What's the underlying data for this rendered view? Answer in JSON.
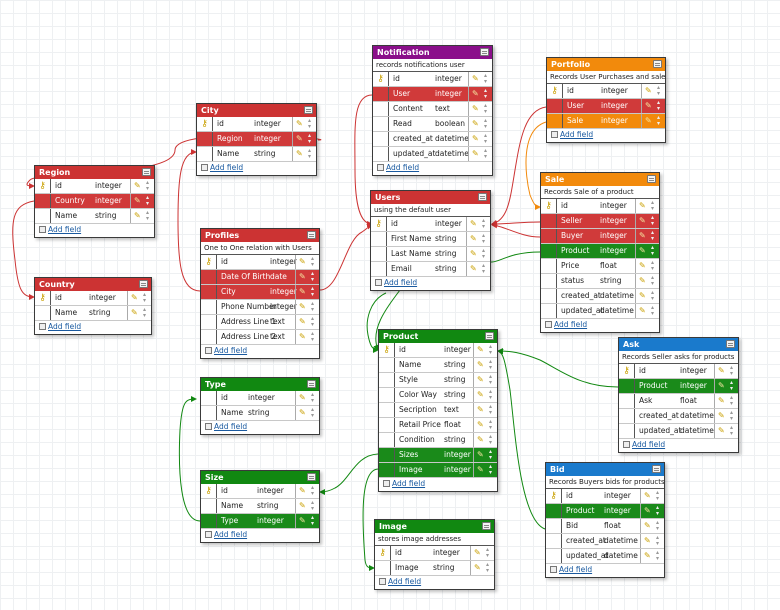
{
  "tables": {
    "notification": {
      "title": "Notification",
      "description": "records notifications user",
      "fields": [
        {
          "name": "id",
          "type": "integer",
          "key": true
        },
        {
          "name": "User",
          "type": "integer",
          "rel": "red"
        },
        {
          "name": "Content",
          "type": "text"
        },
        {
          "name": "Read",
          "type": "boolean"
        },
        {
          "name": "created_at",
          "type": "datetime"
        },
        {
          "name": "updated_at",
          "type": "datetime"
        }
      ],
      "add_field": "Add field"
    },
    "portfolio": {
      "title": "Portfolio",
      "description": "Records User Purchases and sales",
      "fields": [
        {
          "name": "id",
          "type": "integer",
          "key": true
        },
        {
          "name": "User",
          "type": "integer",
          "rel": "red"
        },
        {
          "name": "Sale",
          "type": "integer",
          "rel": "orange"
        }
      ],
      "add_field": "Add field"
    },
    "city": {
      "title": "City",
      "fields": [
        {
          "name": "id",
          "type": "integer",
          "key": true
        },
        {
          "name": "Region",
          "type": "integer",
          "rel": "red"
        },
        {
          "name": "Name",
          "type": "string"
        }
      ],
      "add_field": "Add field"
    },
    "region": {
      "title": "Region",
      "fields": [
        {
          "name": "id",
          "type": "integer",
          "key": true
        },
        {
          "name": "Country",
          "type": "integer",
          "rel": "red"
        },
        {
          "name": "Name",
          "type": "string"
        }
      ],
      "add_field": "Add field"
    },
    "country": {
      "title": "Country",
      "fields": [
        {
          "name": "id",
          "type": "integer",
          "key": true
        },
        {
          "name": "Name",
          "type": "string"
        }
      ],
      "add_field": "Add field"
    },
    "profiles": {
      "title": "Profiles",
      "description": "One to One relation with Users",
      "fields": [
        {
          "name": "id",
          "type": "integer",
          "key": true
        },
        {
          "name": "Date Of Birth",
          "type": "date",
          "rel": "red"
        },
        {
          "name": "City",
          "type": "integer",
          "rel": "red"
        },
        {
          "name": "Phone Number",
          "type": "integer"
        },
        {
          "name": "Address Line 1",
          "type": "text"
        },
        {
          "name": "Address Line 2",
          "type": "text"
        }
      ],
      "add_field": "Add field"
    },
    "users": {
      "title": "Users",
      "description": "using the default user",
      "fields": [
        {
          "name": "id",
          "type": "integer",
          "key": true
        },
        {
          "name": "First Name",
          "type": "string"
        },
        {
          "name": "Last Name",
          "type": "string"
        },
        {
          "name": "Email",
          "type": "string"
        }
      ],
      "add_field": "Add field"
    },
    "sale": {
      "title": "Sale",
      "description": "Records Sale of a product",
      "fields": [
        {
          "name": "id",
          "type": "integer",
          "key": true
        },
        {
          "name": "Seller",
          "type": "integer",
          "rel": "red"
        },
        {
          "name": "Buyer",
          "type": "integer",
          "rel": "red"
        },
        {
          "name": "Product",
          "type": "integer",
          "rel": "green"
        },
        {
          "name": "Price",
          "type": "float"
        },
        {
          "name": "status",
          "type": "string"
        },
        {
          "name": "created_at",
          "type": "datetime"
        },
        {
          "name": "updated_at",
          "type": "datetime"
        }
      ],
      "add_field": "Add field"
    },
    "product": {
      "title": "Product",
      "fields": [
        {
          "name": "id",
          "type": "integer",
          "key": true
        },
        {
          "name": "Name",
          "type": "string"
        },
        {
          "name": "Style",
          "type": "string"
        },
        {
          "name": "Color Way",
          "type": "string"
        },
        {
          "name": "Secription",
          "type": "text"
        },
        {
          "name": "Retail Price",
          "type": "float"
        },
        {
          "name": "Condition",
          "type": "string"
        },
        {
          "name": "Sizes",
          "type": "integer",
          "rel": "green"
        },
        {
          "name": "Image",
          "type": "integer",
          "rel": "green"
        }
      ],
      "add_field": "Add field"
    },
    "ask": {
      "title": "Ask",
      "description": "Records Seller asks for products",
      "fields": [
        {
          "name": "id",
          "type": "integer",
          "key": true
        },
        {
          "name": "Product",
          "type": "integer",
          "rel": "green"
        },
        {
          "name": "Ask",
          "type": "float"
        },
        {
          "name": "created_at",
          "type": "datetime"
        },
        {
          "name": "updated_at",
          "type": "datetime"
        }
      ],
      "add_field": "Add field"
    },
    "type": {
      "title": "Type",
      "fields": [
        {
          "name": "id",
          "type": "integer"
        },
        {
          "name": "Name",
          "type": "string"
        }
      ],
      "add_field": "Add field"
    },
    "size": {
      "title": "Size",
      "fields": [
        {
          "name": "id",
          "type": "integer",
          "key": true
        },
        {
          "name": "Name",
          "type": "string"
        },
        {
          "name": "Type",
          "type": "integer",
          "rel": "green"
        }
      ],
      "add_field": "Add field"
    },
    "image": {
      "title": "Image",
      "description": "stores image addresses",
      "fields": [
        {
          "name": "id",
          "type": "integer",
          "key": true
        },
        {
          "name": "Image",
          "type": "string"
        }
      ],
      "add_field": "Add field"
    },
    "bid": {
      "title": "Bid",
      "description": "Records Buyers bids for products",
      "fields": [
        {
          "name": "id",
          "type": "integer",
          "key": true
        },
        {
          "name": "Product",
          "type": "integer",
          "rel": "green"
        },
        {
          "name": "Bid",
          "type": "float"
        },
        {
          "name": "created_at",
          "type": "datetime"
        },
        {
          "name": "updated_at",
          "type": "datetime"
        }
      ],
      "add_field": "Add field"
    }
  },
  "colors": {
    "red": "#cc3333",
    "green": "#118811",
    "purple": "#8a0f8a",
    "orange": "#f28a0c",
    "blue": "#1a7acc"
  },
  "icons": {
    "key": "key-icon",
    "edit": "edit-table-icon",
    "pencil": "pencil-icon",
    "reorder": "reorder-arrows-icon",
    "add": "add-field-icon"
  }
}
